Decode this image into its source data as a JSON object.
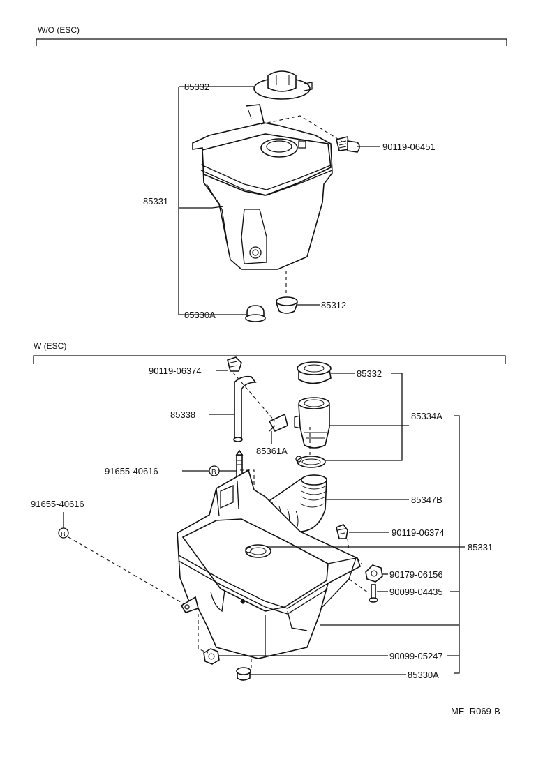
{
  "sections": {
    "top": {
      "label": "W/O (ESC)"
    },
    "bottom": {
      "label": "W (ESC)"
    }
  },
  "top_parts": {
    "cap": "85332",
    "bolt": "90119-06451",
    "tank": "85331",
    "grommet_left": "85330A",
    "grommet_right": "85312"
  },
  "bottom_parts": {
    "bolt_top": "90119-06374",
    "hose": "85338",
    "bracket": "85361A",
    "pin_label": "91655-40616",
    "pin_callout_label": "91655-40616",
    "callout_symbol": "B",
    "cap": "85332",
    "inlet_assy": "85334A",
    "inlet_hose": "85347B",
    "bolt_right": "90119-06374",
    "tank": "85331",
    "nut": "90179-06156",
    "stud": "90099-04435",
    "bolt_bottom": "90099-05247",
    "grommet": "85330A"
  },
  "footer": {
    "code": "ME  R069-B"
  }
}
